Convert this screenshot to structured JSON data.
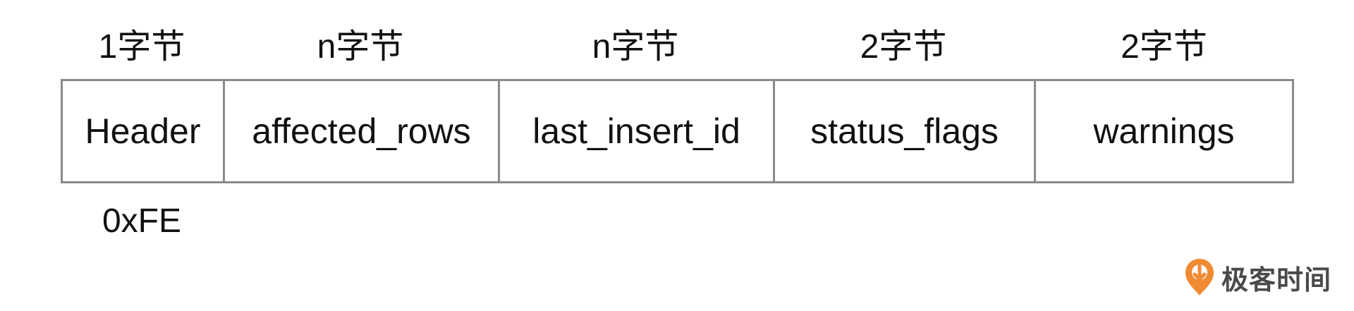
{
  "sizes": [
    "1字节",
    "n字节",
    "n字节",
    "2字节",
    "2字节"
  ],
  "fields": [
    "Header",
    "affected_rows",
    "last_insert_id",
    "status_flags",
    "warnings"
  ],
  "header_value": "0xFE",
  "brand": {
    "name": "极客时间",
    "accent": "#f08a33"
  }
}
